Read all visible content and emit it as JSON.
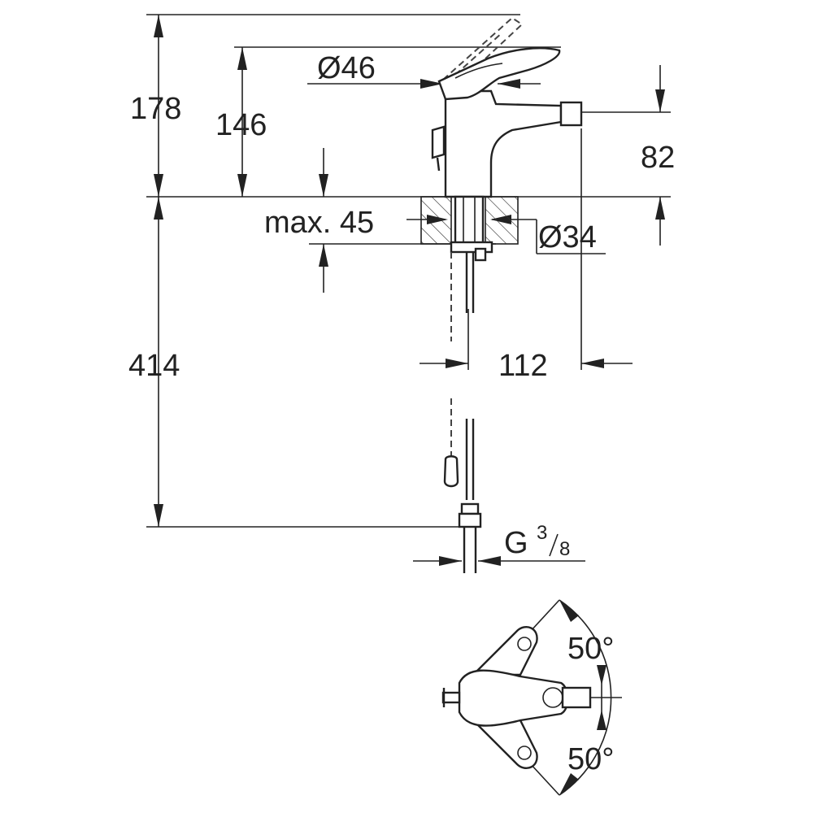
{
  "dimensions": {
    "total_height": "178",
    "handle_height": "146",
    "lever_diameter": "Ø46",
    "spout_height": "82",
    "max_thickness": "max. 45",
    "hole_diameter": "Ø34",
    "hose_length": "414",
    "spout_reach": "112",
    "thread_prefix": "G",
    "thread_num": "3",
    "thread_den": "8",
    "angle_upper": "50°",
    "angle_lower": "50°"
  },
  "colors": {
    "line": "#222222",
    "background": "#ffffff"
  }
}
